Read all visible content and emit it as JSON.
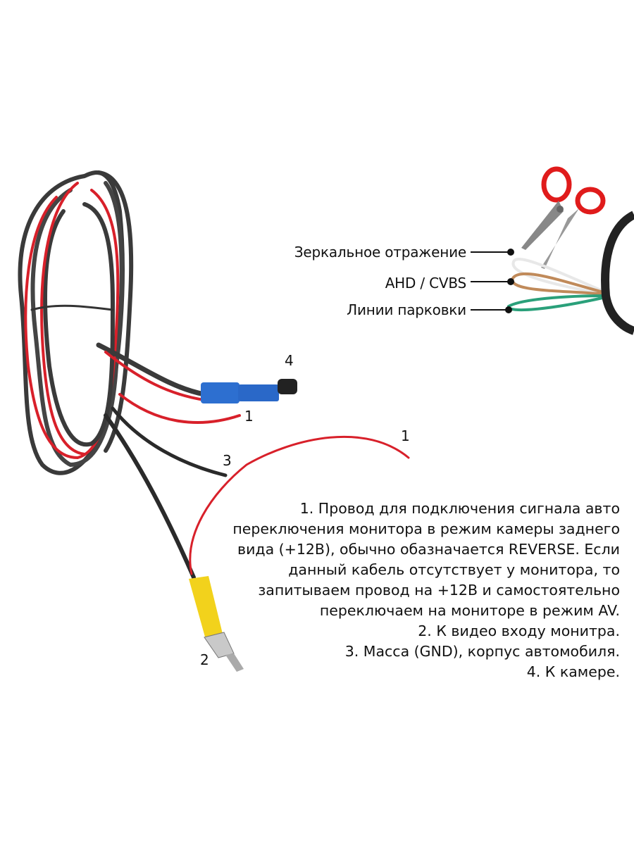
{
  "wire_labels": {
    "mirror": "Зеркальное отражение",
    "ahd_cvbs": "AHD / CVBS",
    "parking_lines": "Линии парковки"
  },
  "pin_numbers": {
    "red_wire_short": "1",
    "camera_connector": "4",
    "ground_wire": "3",
    "red_wire_loose": "1",
    "rca_plug": "2"
  },
  "description": [
    "1. Провод для подключения сигнала авто",
    "переключения монитора в режим камеры заднего",
    "вида (+12В), обычно обазначается REVERSE. Если",
    "данный кабель отсутствует у монитора, то",
    "запитываем провод на +12В и самостоятельно",
    "переключаем на мониторе в режим AV.",
    "2. К видео входу монитра.",
    "3. Масса (GND), корпус автомобиля.",
    "4. К камере."
  ],
  "colors": {
    "cable": "#3a3a3a",
    "red_wire": "#d8202a",
    "connector_blue": "#2d6fd0",
    "rca_yellow": "#f2d21c",
    "scissors_red": "#e01b1b",
    "green_wire": "#2aa07a",
    "brown_wire": "#c08a5a"
  }
}
